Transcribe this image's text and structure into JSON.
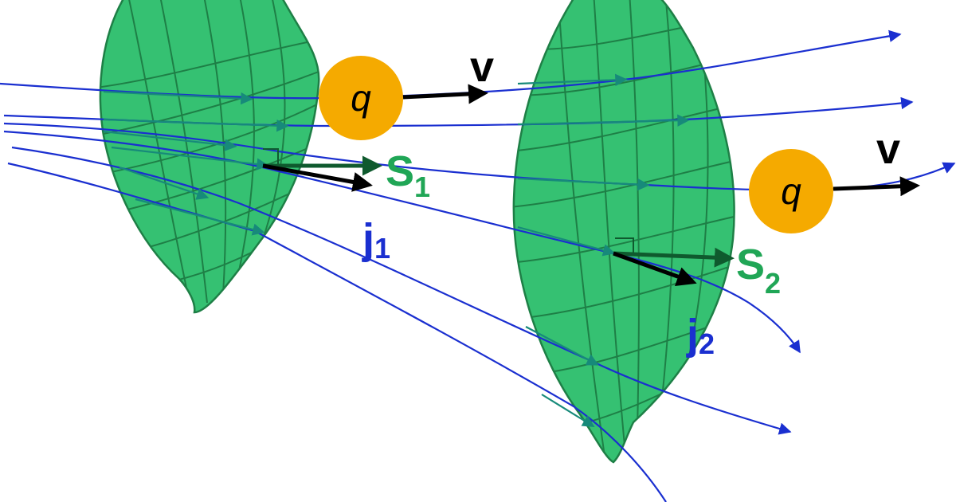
{
  "colors": {
    "surface_fill": "#35c172",
    "surface_stroke": "#1e7f46",
    "field_line": "#1a2fd0",
    "field_line_inside": "#178a7a",
    "charge_fill": "#f5aa00",
    "vector_black": "#000000",
    "normal_dark": "#0f5a2e",
    "label_green": "#20a656",
    "label_blue": "#1a2fd0"
  },
  "charges": [
    {
      "id": "q1",
      "label": "q",
      "velocity_label": "v"
    },
    {
      "id": "q2",
      "label": "q",
      "velocity_label": "v"
    }
  ],
  "surfaces": [
    {
      "id": "surface-1",
      "normal_label": "S",
      "normal_subscript": "1",
      "current_label": "j",
      "current_subscript": "1"
    },
    {
      "id": "surface-2",
      "normal_label": "S",
      "normal_subscript": "2",
      "current_label": "j",
      "current_subscript": "2"
    }
  ]
}
